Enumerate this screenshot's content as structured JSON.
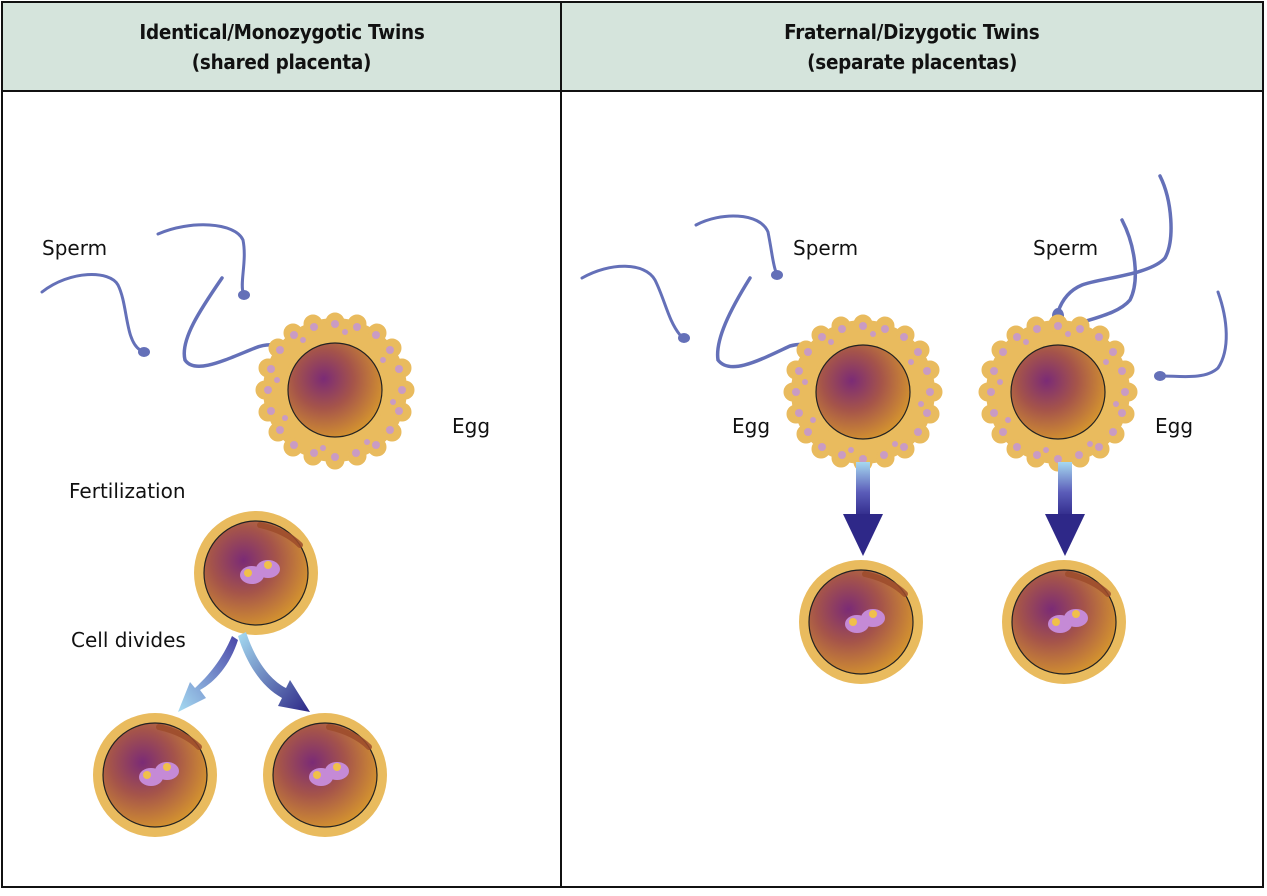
{
  "columns": [
    {
      "title": "Identical/Monozygotic Twins",
      "subtitle": "(shared placenta)",
      "labels": {
        "sperm": "Sperm",
        "egg": "Egg",
        "fertilization": "Fertilization",
        "cell_divides": "Cell divides"
      }
    },
    {
      "title": "Fraternal/Dizygotic Twins",
      "subtitle": "(separate placentas)",
      "labels": {
        "sperm_left": "Sperm",
        "sperm_right": "Sperm",
        "egg_left": "Egg",
        "egg_right": "Egg"
      }
    }
  ],
  "colors": {
    "header_bg": "#d5e4dc",
    "border": "#111111",
    "sperm": "#6470b8",
    "corona": "#e8b95c",
    "corona_cells": "#c99ac2",
    "cytoplasm_outer": "#d68f2a",
    "cytoplasm_inner": "#7a2a74",
    "nucleus": "#c58ad6",
    "arrow_dark": "#2f2a8e",
    "arrow_light": "#9fd4ee"
  }
}
